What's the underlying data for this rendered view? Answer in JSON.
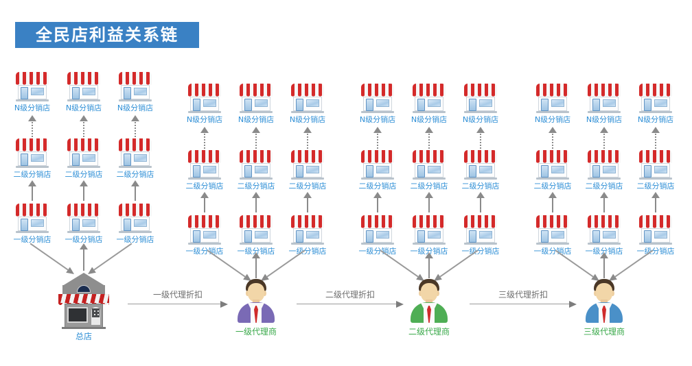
{
  "banner": {
    "title": "全民店利益关系链",
    "bg_color": "#3a81c4",
    "text_color": "#ffffff"
  },
  "labels": {
    "level_n_shop": "N级分销店",
    "level_2_shop": "二级分销店",
    "level_1_shop": "一级分销店",
    "head_store": "总店",
    "agent_1": "一级代理商",
    "agent_2": "二级代理商",
    "agent_3": "三级代理商",
    "discount_1": "一级代理折扣",
    "discount_2": "二级代理折扣",
    "discount_3": "三级代理折扣"
  },
  "colors": {
    "shop_label": "#2f8fd6",
    "agent_label": "#3aa94a",
    "arrow": "#8a8a8a",
    "arrow_label": "#6d6d6d",
    "awning_red": "#d42a2a",
    "agent_1_suit": "#7a6ab5",
    "agent_2_suit": "#4fae55",
    "agent_3_suit": "#4a90c8"
  },
  "groups": [
    {
      "id": "group-1",
      "root": {
        "type": "head-store",
        "label": "总店"
      },
      "columns": [
        {
          "level_1": "一级分销店",
          "level_2": "二级分销店",
          "level_n": "N级分销店"
        },
        {
          "level_1": "一级分销店",
          "level_2": "二级分销店",
          "level_n": "N级分销店"
        },
        {
          "level_1": "一级分销店",
          "level_2": "二级分销店",
          "level_n": "N级分销店"
        }
      ]
    },
    {
      "id": "group-2",
      "root": {
        "type": "agent",
        "label": "一级代理商",
        "suit": "#7a6ab5"
      },
      "columns": [
        {
          "level_1": "一级分销店",
          "level_2": "二级分销店",
          "level_n": "N级分销店"
        },
        {
          "level_1": "一级分销店",
          "level_2": "二级分销店",
          "level_n": "N级分销店"
        },
        {
          "level_1": "一级分销店",
          "level_2": "二级分销店",
          "level_n": "N级分销店"
        }
      ]
    },
    {
      "id": "group-3",
      "root": {
        "type": "agent",
        "label": "二级代理商",
        "suit": "#4fae55"
      },
      "columns": [
        {
          "level_1": "一级分销店",
          "level_2": "二级分销店",
          "level_n": "N级分销店"
        },
        {
          "level_1": "一级分销店",
          "level_2": "二级分销店",
          "level_n": "N级分销店"
        },
        {
          "level_1": "一级分销店",
          "level_2": "二级分销店",
          "level_n": "N级分销店"
        }
      ]
    },
    {
      "id": "group-4",
      "root": {
        "type": "agent",
        "label": "三级代理商",
        "suit": "#4a90c8"
      },
      "columns": [
        {
          "level_1": "一级分销店",
          "level_2": "二级分销店",
          "level_n": "N级分销店"
        },
        {
          "level_1": "一级分销店",
          "level_2": "二级分销店",
          "level_n": "N级分销店"
        },
        {
          "level_1": "一级分销店",
          "level_2": "二级分销店",
          "level_n": "N级分销店"
        }
      ]
    }
  ],
  "flows": [
    {
      "from": "总店",
      "to": "一级代理商",
      "label": "一级代理折扣"
    },
    {
      "from": "一级代理商",
      "to": "二级代理商",
      "label": "二级代理折扣"
    },
    {
      "from": "二级代理商",
      "to": "三级代理商",
      "label": "三级代理折扣"
    }
  ]
}
